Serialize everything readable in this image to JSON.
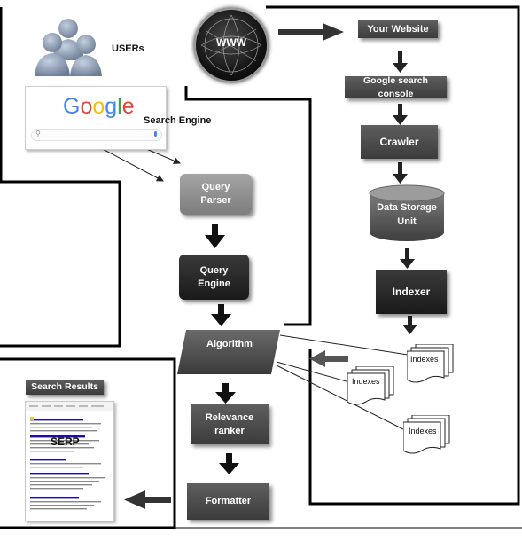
{
  "nodes": {
    "users": "USERs",
    "www": "WWW",
    "your_website": "Your Website",
    "google_search_console": "Google search console",
    "crawler": "Crawler",
    "data_storage_unit": "Data Storage Unit",
    "indexer": "Indexer",
    "indexes": "Indexes",
    "search_engine": "Search Engine",
    "query_parser": "Query Parser",
    "query_engine": "Query Engine",
    "algorithm": "Algorithm",
    "relevance_ranker": "Relevance ranker",
    "formatter": "Formatter",
    "search_results": "Search Results",
    "serp": "SERP"
  },
  "google_logo": {
    "letters": [
      "G",
      "o",
      "o",
      "g",
      "l",
      "e"
    ],
    "colors": [
      "#4285F4",
      "#EA4335",
      "#FBBC05",
      "#4285F4",
      "#34A853",
      "#EA4335"
    ]
  },
  "colors": {
    "box_dark": "#4a4a4a",
    "box_light": "#8e8e8e",
    "border": "#000000",
    "arrow": "#333333"
  }
}
